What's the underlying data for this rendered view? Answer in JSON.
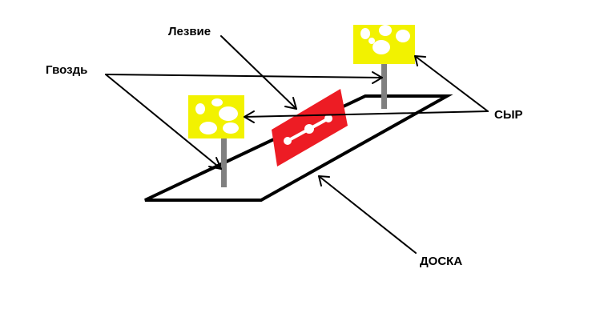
{
  "labels": {
    "blade": "Лезвие",
    "nail": "Гвоздь",
    "cheese": "СЫР",
    "board": "ДОСКА"
  },
  "colors": {
    "background": "#ffffff",
    "outline": "#000000",
    "cheese": "#f2f200",
    "cheese_holes": "#ffffff",
    "blade": "#ed1c24",
    "nail": "#808080"
  },
  "objects": [
    {
      "name": "board",
      "shape": "parallelogram-outline"
    },
    {
      "name": "blade",
      "shape": "red-razor-blade"
    },
    {
      "name": "nail-left",
      "shape": "gray-stick"
    },
    {
      "name": "nail-right",
      "shape": "gray-stick"
    },
    {
      "name": "cheese-left",
      "shape": "yellow-square-with-holes"
    },
    {
      "name": "cheese-right",
      "shape": "yellow-square-with-holes"
    }
  ]
}
